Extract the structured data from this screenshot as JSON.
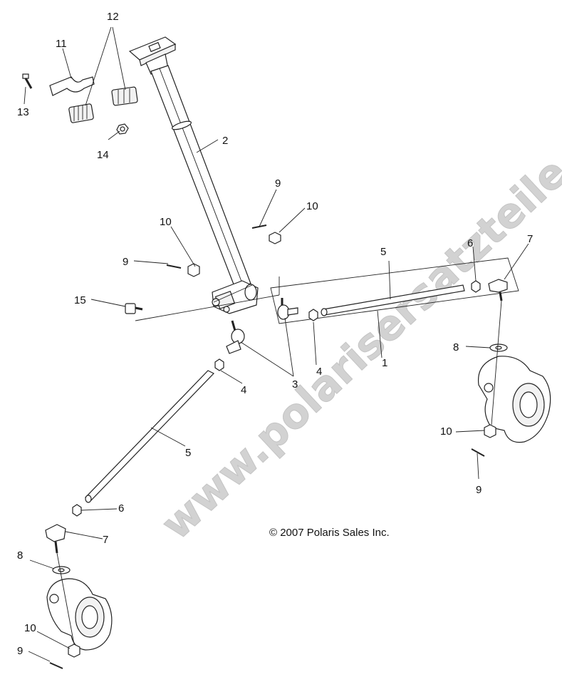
{
  "watermark": "www.polarisersatzteile.de",
  "copyright": "© 2007 Polaris Sales Inc.",
  "callouts": {
    "c1": "1",
    "c2": "2",
    "c3": "3",
    "c4a": "4",
    "c4b": "4",
    "c5a": "5",
    "c5b": "5",
    "c6a": "6",
    "c6b": "6",
    "c7a": "7",
    "c7b": "7",
    "c8a": "8",
    "c8b": "8",
    "c9a": "9",
    "c9b": "9",
    "c9c": "9",
    "c9d": "9",
    "c10a": "10",
    "c10b": "10",
    "c10c": "10",
    "c10d": "10",
    "c11": "11",
    "c12": "12",
    "c13": "13",
    "c14": "14",
    "c15": "15"
  }
}
